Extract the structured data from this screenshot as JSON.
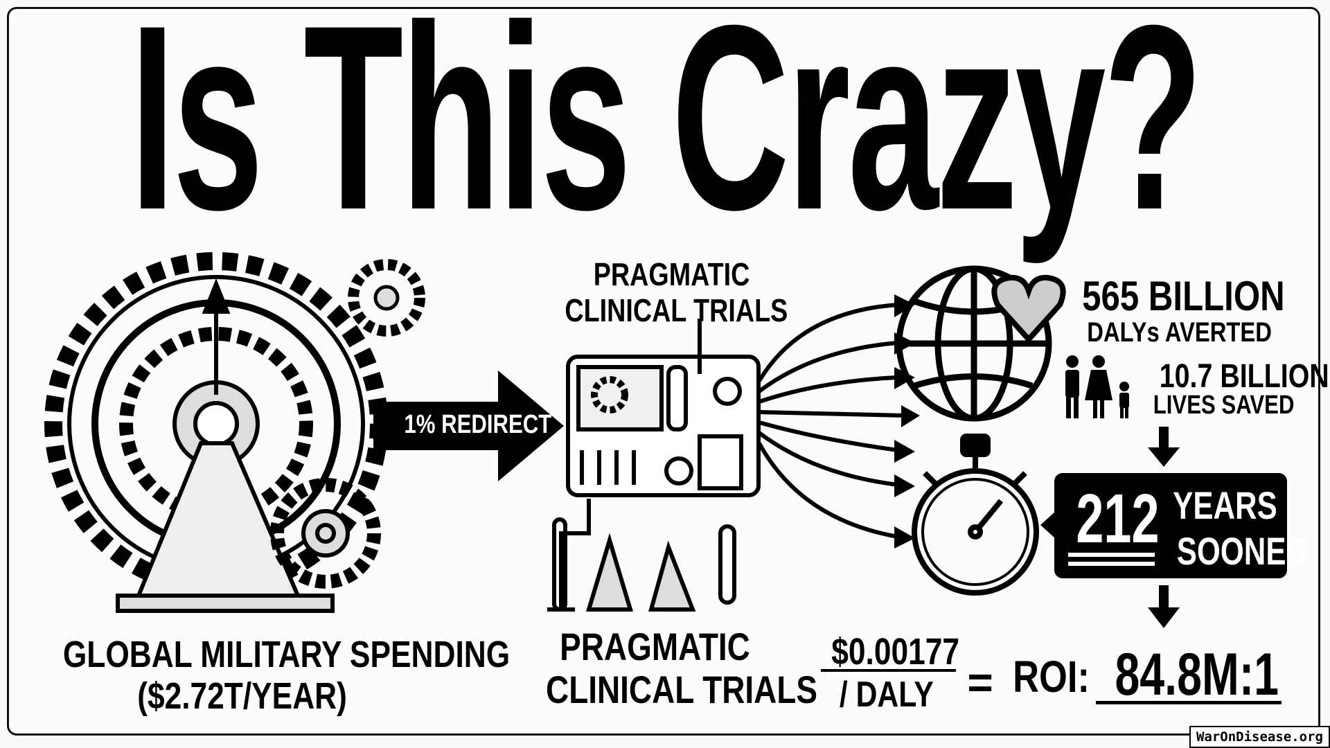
{
  "title": "Is This Crazy?",
  "left": {
    "label": "GLOBAL MILITARY SPENDING",
    "sublabel": "($2.72T/YEAR)"
  },
  "redirect_arrow": {
    "label": "1% REDIRECT"
  },
  "middle": {
    "top_label_line1": "PRAGMATIC",
    "top_label_line2": "CLINICAL TRIALS",
    "bottom_label_line1": "PRAGMATIC",
    "bottom_label_line2": "CLINICAL TRIALS"
  },
  "results": {
    "dalys_value": "565 BILLION",
    "dalys_label": "DALYs AVERTED",
    "lives_value": "10.7 BILLION",
    "lives_label": "LIVES SAVED",
    "years_value": "212",
    "years_label_line1": "YEARS",
    "years_label_line2": "SOONER"
  },
  "roi": {
    "cost": "$0.00177",
    "per": "/ DALY",
    "equals": "=",
    "label": "ROI:",
    "value": "84.8M:1"
  },
  "watermark": "WarOnDisease.org"
}
